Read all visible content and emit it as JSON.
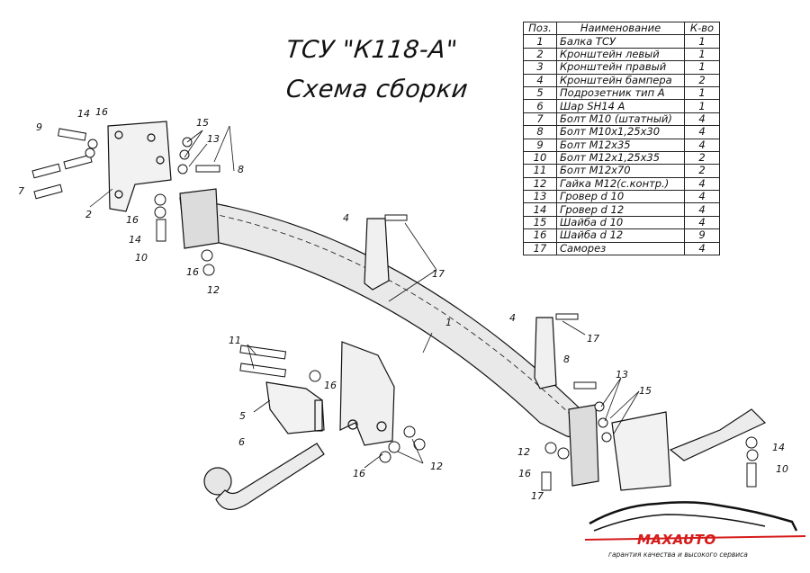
{
  "title": "ТСУ \"К118-А\"",
  "subtitle": "Схема сборки",
  "table": {
    "headers": [
      "Поз.",
      "Наименование",
      "К-во"
    ],
    "rows": [
      [
        "1",
        "Балка ТСУ",
        "1"
      ],
      [
        "2",
        "Кронштейн левый",
        "1"
      ],
      [
        "3",
        "Кронштейн правый",
        "1"
      ],
      [
        "4",
        "Кронштейн бампера",
        "2"
      ],
      [
        "5",
        "Подрозетник тип А",
        "1"
      ],
      [
        "6",
        "Шар SH14 А",
        "1"
      ],
      [
        "7",
        "Болт М10 (штатный)",
        "4"
      ],
      [
        "8",
        "Болт М10х1,25х30",
        "4"
      ],
      [
        "9",
        "Болт М12х35",
        "4"
      ],
      [
        "10",
        "Болт М12х1,25х35",
        "2"
      ],
      [
        "11",
        "Болт М12х70",
        "2"
      ],
      [
        "12",
        "Гайка М12(с.контр.)",
        "4"
      ],
      [
        "13",
        "Гровер d 10",
        "4"
      ],
      [
        "14",
        "Гровер d 12",
        "4"
      ],
      [
        "15",
        "Шайба d 10",
        "4"
      ],
      [
        "16",
        "Шайба d 12",
        "9"
      ],
      [
        "17",
        "Саморез",
        "4"
      ]
    ]
  },
  "callouts": {
    "c1": "1",
    "c2": "2",
    "c4a": "4",
    "c4b": "4",
    "c5": "5",
    "c6": "6",
    "c7": "7",
    "c8": "8",
    "c8b": "8",
    "c9": "9",
    "c10a": "10",
    "c10b": "10",
    "c11": "11",
    "c12a": "12",
    "c12b": "12",
    "c12c": "12",
    "c13a": "13",
    "c13b": "13",
    "c14a": "14",
    "c14b": "14",
    "c14c": "14",
    "c15a": "15",
    "c15b": "15",
    "c16a": "16",
    "c16b": "16",
    "c16c": "16",
    "c16d": "16",
    "c16e": "16",
    "c16f": "16",
    "c17a": "17",
    "c17b": "17",
    "c17c": "17"
  },
  "brand": {
    "name": "MAXAUTO",
    "tagline": "гарантия качества и высокого сервиса",
    "accent": "#d61b1b"
  }
}
